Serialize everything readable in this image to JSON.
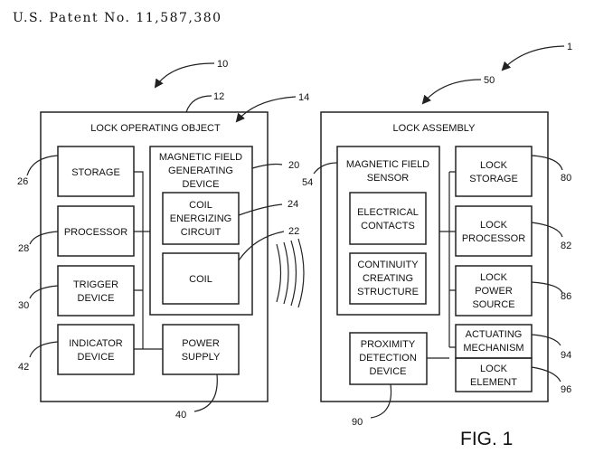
{
  "header": {
    "patent_number": "U.S. Patent No. 11,587,380"
  },
  "figure_label": "FIG. 1",
  "left_panel": {
    "title": "LOCK OPERATING OBJECT",
    "storage": "STORAGE",
    "processor": "PROCESSOR",
    "trigger": [
      "TRIGGER",
      "DEVICE"
    ],
    "indicator": [
      "INDICATOR",
      "DEVICE"
    ],
    "mfg": [
      "MAGNETIC FIELD",
      "GENERATING",
      "DEVICE"
    ],
    "coil_circuit": [
      "COIL",
      "ENERGIZING",
      "CIRCUIT"
    ],
    "coil": "COIL",
    "power": [
      "POWER",
      "SUPPLY"
    ]
  },
  "right_panel": {
    "title": "LOCK ASSEMBLY",
    "sensor": [
      "MAGNETIC FIELD",
      "SENSOR"
    ],
    "contacts": [
      "ELECTRICAL",
      "CONTACTS"
    ],
    "continuity": [
      "CONTINUITY",
      "CREATING",
      "STRUCTURE"
    ],
    "proximity": [
      "PROXIMITY",
      "DETECTION",
      "DEVICE"
    ],
    "lock_storage": [
      "LOCK",
      "STORAGE"
    ],
    "lock_processor": [
      "LOCK",
      "PROCESSOR"
    ],
    "lock_power": [
      "LOCK",
      "POWER",
      "SOURCE"
    ],
    "actuating": [
      "ACTUATING",
      "MECHANISM"
    ],
    "lock_element": [
      "LOCK",
      "ELEMENT"
    ]
  },
  "refs": {
    "r1": "1",
    "r10": "10",
    "r12": "12",
    "r14": "14",
    "r50": "50",
    "r26": "26",
    "r28": "28",
    "r30": "30",
    "r42": "42",
    "r40": "40",
    "r20": "20",
    "r24": "24",
    "r22": "22",
    "r54": "54",
    "r90": "90",
    "r80": "80",
    "r82": "82",
    "r86": "86",
    "r94": "94",
    "r96": "96"
  }
}
